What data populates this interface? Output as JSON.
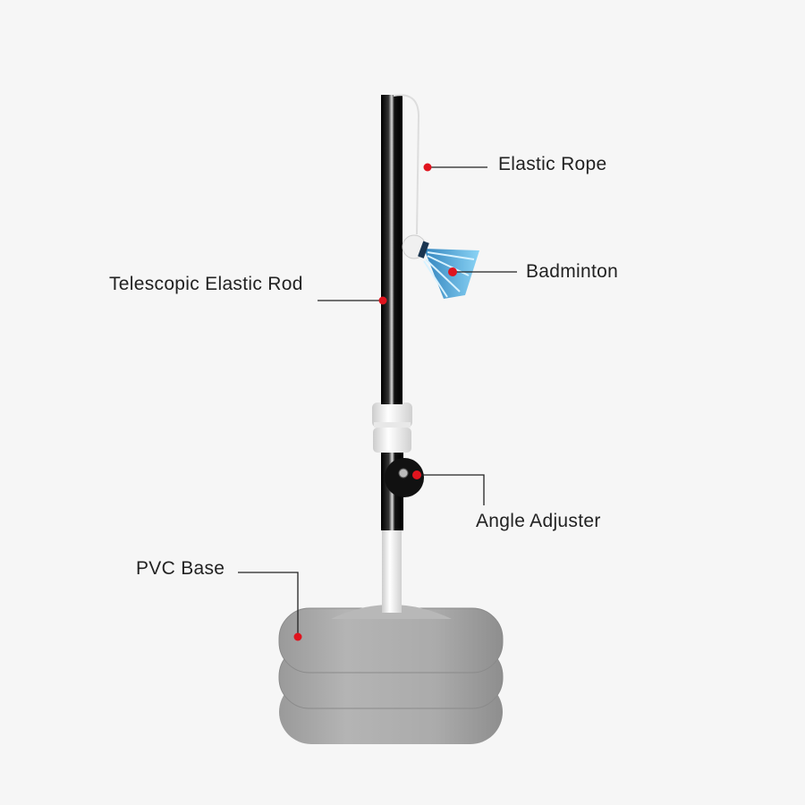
{
  "labels": {
    "elastic_rope": "Elastic Rope",
    "badminton": "Badminton",
    "telescopic_rod": "Telescopic Elastic Rod",
    "angle_adjuster": "Angle Adjuster",
    "pvc_base": "PVC Base"
  },
  "colors": {
    "marker": "#e0141e",
    "leader": "#222222",
    "rod": "#111111",
    "base": "#a9a9a9",
    "shuttle": "#3aa0d8"
  }
}
